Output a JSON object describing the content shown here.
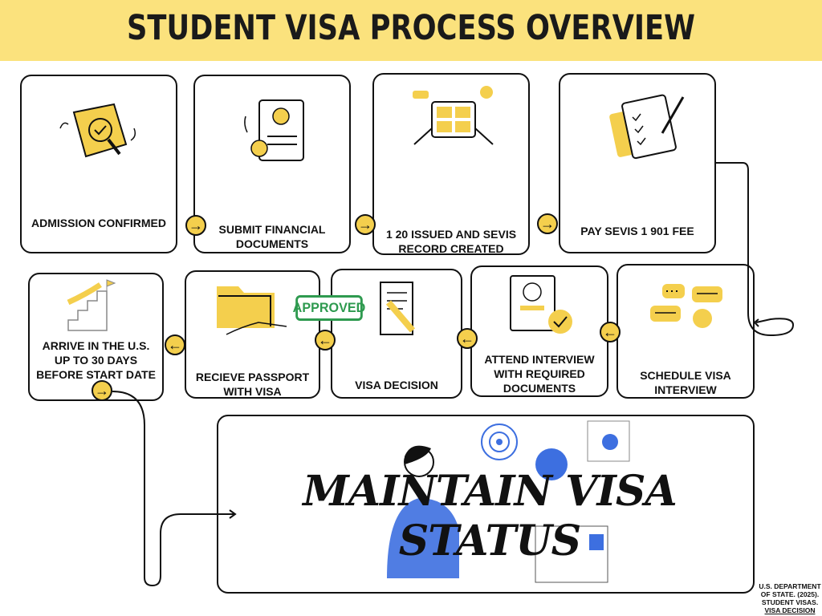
{
  "title": "STUDENT VISA PROCESS OVERVIEW",
  "steps": [
    {
      "label": "ADMISSION CONFIRMED"
    },
    {
      "label": "SUBMIT FINANCIAL DOCUMENTS"
    },
    {
      "label": "1 20 ISSUED AND SEVIS RECORD CREATED"
    },
    {
      "label": "PAY SEVIS 1 901 FEE"
    },
    {
      "label": "SCHEDULE VISA INTERVIEW"
    },
    {
      "label": "ATTEND INTERVIEW WITH REQUIRED DOCUMENTS"
    },
    {
      "label": "VISA DECISION"
    },
    {
      "label": "RECIEVE PASSPORT WITH VISA"
    },
    {
      "label": "ARRIVE IN THE U.S. UP TO 30 DAYS BEFORE START DATE"
    }
  ],
  "stamp": "APPROVED",
  "final_step": "MAINTAIN VISA STATUS",
  "citation": {
    "line1": "U.S. DEPARTMENT OF STATE. (2025). STUDENT VISAS.",
    "link": "VISA DECISION"
  },
  "colors": {
    "banner": "#fbe27d",
    "accent": "#f4cf4d",
    "stamp": "#2e9a4f",
    "blue": "#3d6fe0"
  }
}
